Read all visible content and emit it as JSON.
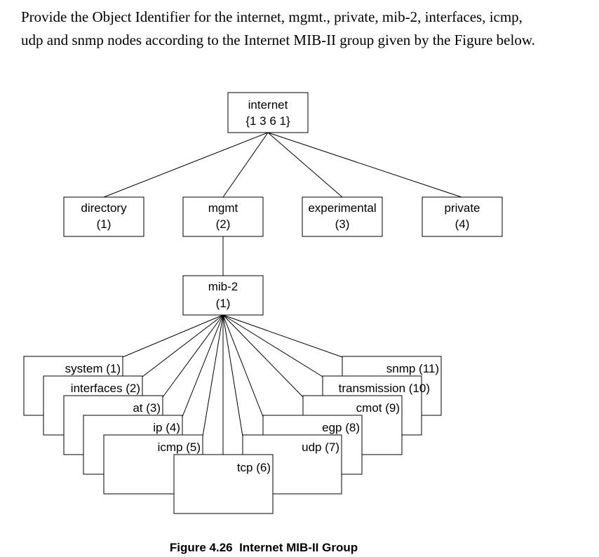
{
  "question": {
    "line1": "Provide the Object Identifier for the internet, mgmt., private, mib-2, interfaces, icmp,",
    "line2": "udp and snmp nodes according to the Internet MIB-II group given by the Figure below."
  },
  "diagram": {
    "root": {
      "name": "internet",
      "oid": "{1 3 6 1}"
    },
    "level1": [
      {
        "name": "directory",
        "num": "(1)"
      },
      {
        "name": "mgmt",
        "num": "(2)"
      },
      {
        "name": "experimental",
        "num": "(3)"
      },
      {
        "name": "private",
        "num": "(4)"
      }
    ],
    "mib2": {
      "name": "mib-2",
      "num": "(1)"
    },
    "groups": [
      "system (1)",
      "interfaces (2)",
      "at (3)",
      "ip (4)",
      "icmp (5)",
      "tcp (6)",
      "udp (7)",
      "egp (8)",
      "cmot (9)",
      "transmission (10)",
      "snmp (11)"
    ],
    "caption": "Figure 4.26  Internet MIB-II Group"
  }
}
